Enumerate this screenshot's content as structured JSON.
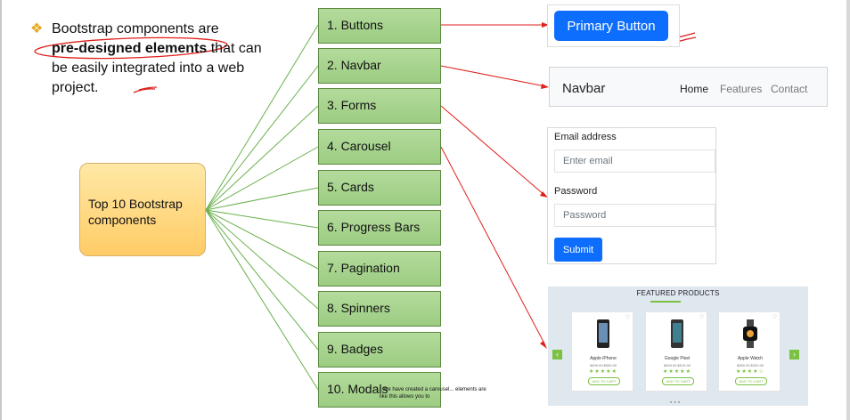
{
  "intro": {
    "line1": "Bootstrap components are",
    "bold": "pre-designed elements",
    "rest": " that can be easily integrated into a web project."
  },
  "center_label": "Top 10 Bootstrap components",
  "components": [
    "1. Buttons",
    "2. Navbar",
    "3. Forms",
    "4. Carousel",
    "5. Cards",
    "6. Progress Bars",
    "7. Pagination",
    "8. Spinners",
    "9. Badges",
    "10. Modals"
  ],
  "button_example": {
    "label": "Primary Button"
  },
  "navbar_example": {
    "brand": "Navbar",
    "links": [
      "Home",
      "Features",
      "Contact"
    ]
  },
  "form_example": {
    "email_label": "Email address",
    "email_placeholder": "Enter email",
    "password_label": "Password",
    "password_placeholder": "Password",
    "submit_label": "Submit"
  },
  "carousel_example": {
    "title": "FEATURED PRODUCTS",
    "products": [
      {
        "name": "Apple iPhone",
        "price": "$499.00  $599.00",
        "stars": "★★★★★",
        "cart": "ADD TO CART"
      },
      {
        "name": "Google Pixel",
        "price": "$499.00  $519.00",
        "stars": "★★★★★",
        "cart": "ADD TO CART"
      },
      {
        "name": "Apple Watch",
        "price": "$289.00  $320.00",
        "stars": "★★★★☆",
        "cart": "ADD TO CART"
      }
    ]
  },
  "subtitle": "...we have created a carousel... elements are like this allows you to",
  "colors": {
    "accent_blue": "#0d6efd",
    "box_green": "#a8d48f",
    "box_orange": "#ffd47a",
    "annotation_red": "#e0201c",
    "connector_green": "#6ab04c"
  },
  "icons": [
    "diamond-bullet-icon",
    "phone-icon",
    "watch-icon",
    "chevron-left-icon",
    "chevron-right-icon",
    "heart-icon"
  ]
}
